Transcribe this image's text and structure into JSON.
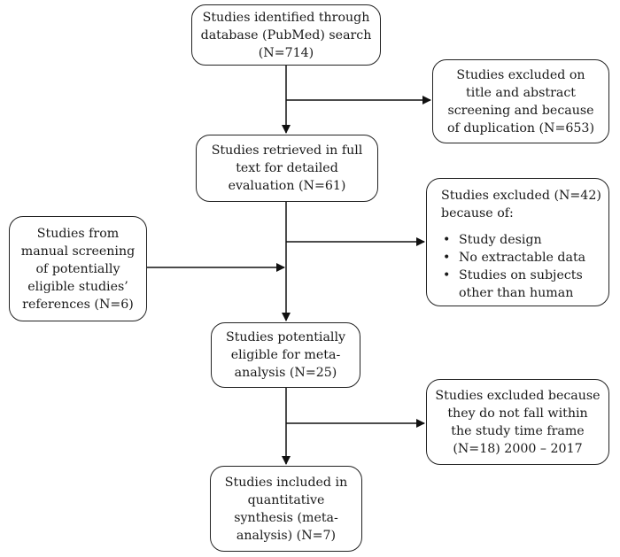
{
  "boxes": {
    "identified": {
      "lines": [
        "Studies identified through",
        "database (PubMed) search",
        "(N=714)"
      ]
    },
    "excluded_screening": {
      "lines": [
        "Studies excluded on",
        "title and abstract",
        "screening and because",
        "of duplication (N=653)"
      ]
    },
    "retrieved": {
      "lines": [
        "Studies retrieved in full",
        "text for detailed",
        "evaluation (N=61)"
      ]
    },
    "excluded_42": {
      "header": [
        "Studies excluded (N=42)",
        "because of:"
      ],
      "bullets": [
        "Study design",
        "No extractable data",
        "Studies on subjects other than human"
      ],
      "bullet_lines": [
        [
          "Study design"
        ],
        [
          "No extractable data"
        ],
        [
          "Studies on subjects",
          "other than human"
        ]
      ]
    },
    "manual": {
      "lines": [
        "Studies from",
        "manual screening",
        "of potentially",
        "eligible studies’",
        "references (N=6)"
      ]
    },
    "eligible": {
      "lines": [
        "Studies potentially",
        "eligible for meta-",
        "analysis (N=25)"
      ]
    },
    "excluded_time": {
      "lines": [
        "Studies excluded because",
        "they do not fall within",
        "the study time frame",
        "(N=18) 2000 – 2017"
      ]
    },
    "included": {
      "lines": [
        "Studies included in",
        "quantitative",
        "synthesis (meta-",
        "analysis) (N=7)"
      ]
    }
  },
  "bullet_symbol": "•"
}
